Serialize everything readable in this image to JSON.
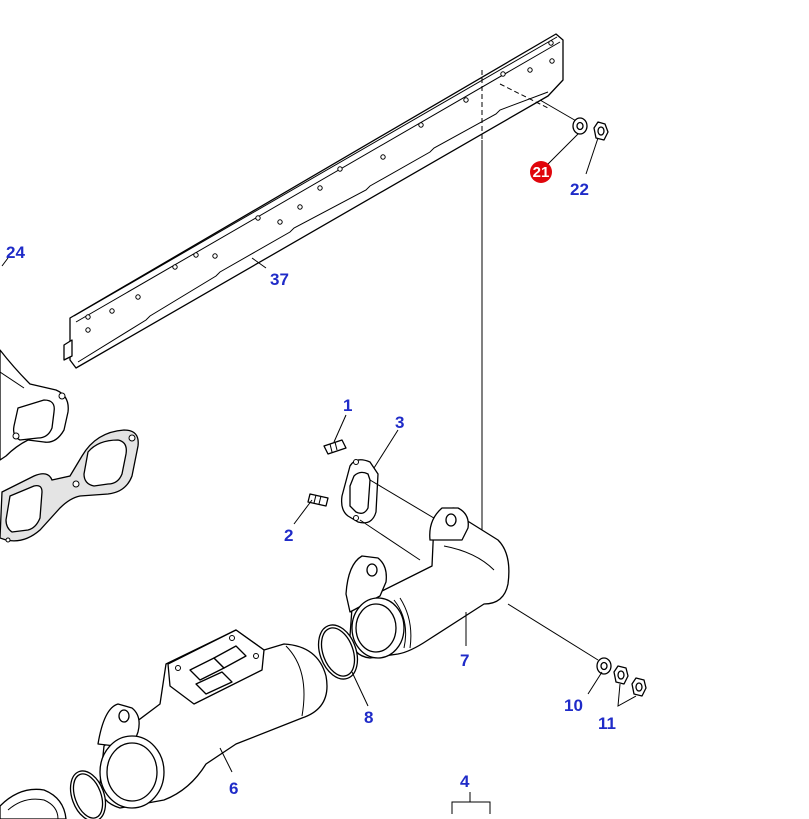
{
  "diagram": {
    "callouts": {
      "c1": "1",
      "c2": "2",
      "c3": "3",
      "c4": "4",
      "c6": "6",
      "c7": "7",
      "c8": "8",
      "c10": "10",
      "c11": "11",
      "c21": "21",
      "c22": "22",
      "c24": "24",
      "c37": "37"
    },
    "highlighted_callout": "21",
    "colors": {
      "callout_text": "#1f2bc8",
      "highlight_marker": "#e0060c",
      "line_art": "#000000",
      "background": "#ffffff"
    }
  }
}
